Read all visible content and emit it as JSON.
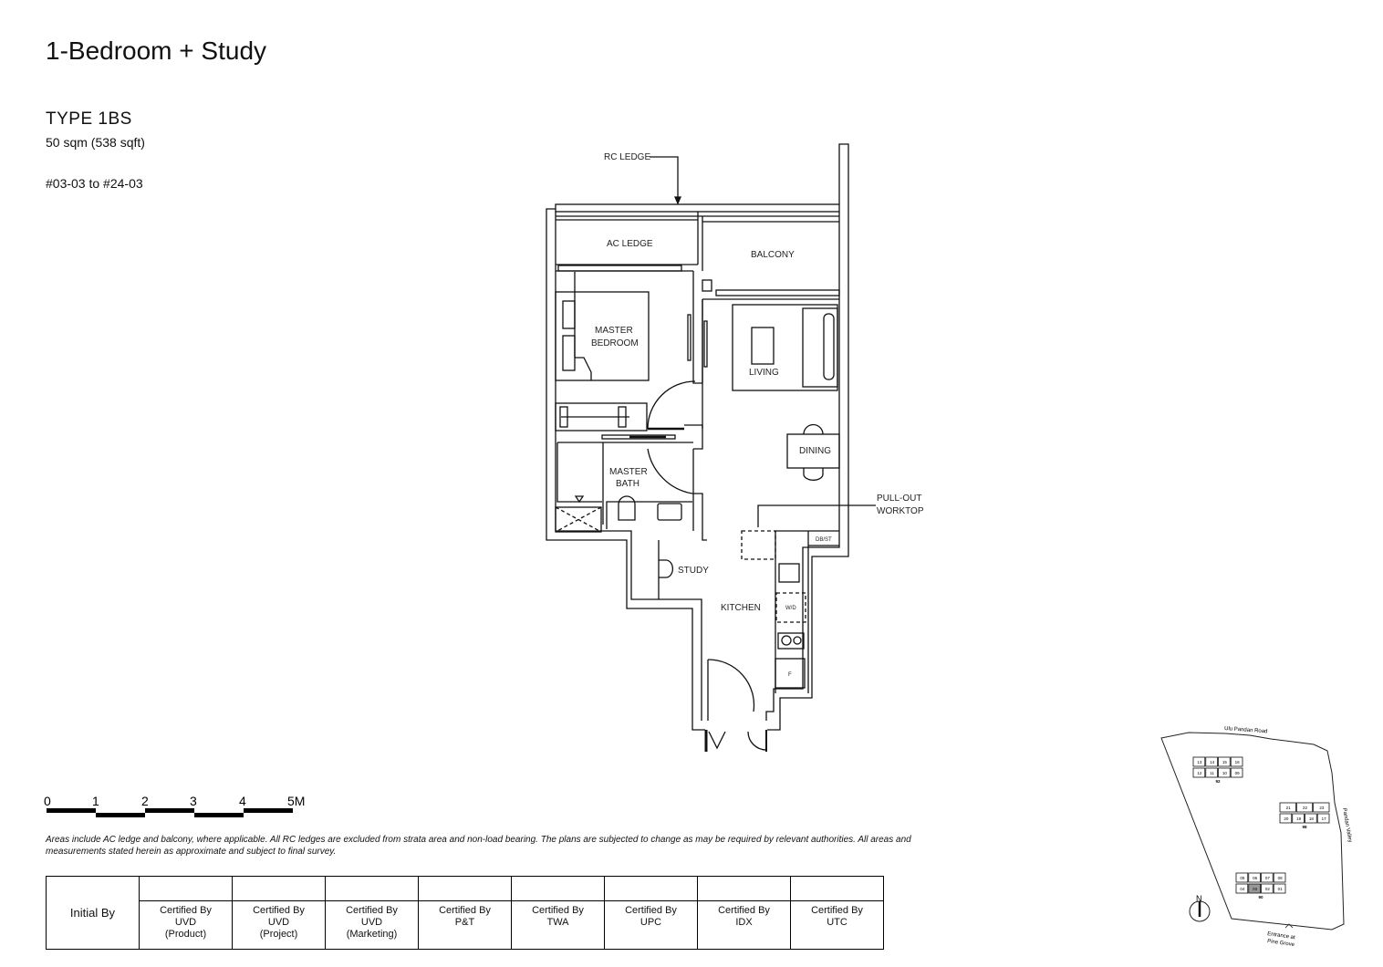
{
  "title": "1-Bedroom + Study",
  "unit_type": "TYPE 1BS",
  "area": "50 sqm (538 sqft)",
  "unit_range": "#03-03 to #24-03",
  "plan_labels": {
    "rc_ledge": "RC LEDGE",
    "ac_ledge": "AC LEDGE",
    "balcony": "BALCONY",
    "master_bedroom_1": "MASTER",
    "master_bedroom_2": "BEDROOM",
    "living": "LIVING",
    "dining": "DINING",
    "master_bath_1": "MASTER",
    "master_bath_2": "BATH",
    "pullout_1": "PULL-OUT",
    "pullout_2": "WORKTOP",
    "dbst": "DB/ST",
    "study": "STUDY",
    "kitchen": "KITCHEN",
    "wd": "W/D",
    "fridge": "F"
  },
  "scale_bar": {
    "ticks": [
      "0",
      "1",
      "2",
      "3",
      "4",
      "5M"
    ]
  },
  "note": "Areas include AC ledge and balcony, where applicable. All RC ledges are excluded from strata area and non-load bearing. The plans are subjected to change as may be required by relevant authorities. All areas and measurements stated herein as approximate and subject to final survey.",
  "certification": {
    "first": "Initial By",
    "columns": [
      [
        "Certified By",
        "UVD",
        "(Product)"
      ],
      [
        "Certified By",
        "UVD",
        "(Project)"
      ],
      [
        "Certified By",
        "UVD",
        "(Marketing)"
      ],
      [
        "Certified By",
        "P&T",
        ""
      ],
      [
        "Certified By",
        "TWA",
        ""
      ],
      [
        "Certified By",
        "UPC",
        ""
      ],
      [
        "Certified By",
        "IDX",
        ""
      ],
      [
        "Certified By",
        "UTC",
        ""
      ]
    ]
  },
  "site_plan": {
    "road_north": "Ulu Pandan Road",
    "road_east": "Pandan Valley",
    "entrance_1": "Entrance at",
    "entrance_2": "Pine Grove",
    "north": "N",
    "block_a": {
      "name": "92",
      "units": [
        "13",
        "14",
        "15",
        "16",
        "12",
        "11",
        "10",
        "09"
      ]
    },
    "block_b": {
      "name": "98",
      "units": [
        "21",
        "22",
        "23",
        "20",
        "19",
        "18",
        "17"
      ]
    },
    "block_c": {
      "name": "90",
      "units": [
        "05",
        "06",
        "07",
        "08",
        "04",
        "03",
        "02",
        "01"
      ]
    },
    "highlighted_unit": "03",
    "highlight_color": "#999999"
  }
}
